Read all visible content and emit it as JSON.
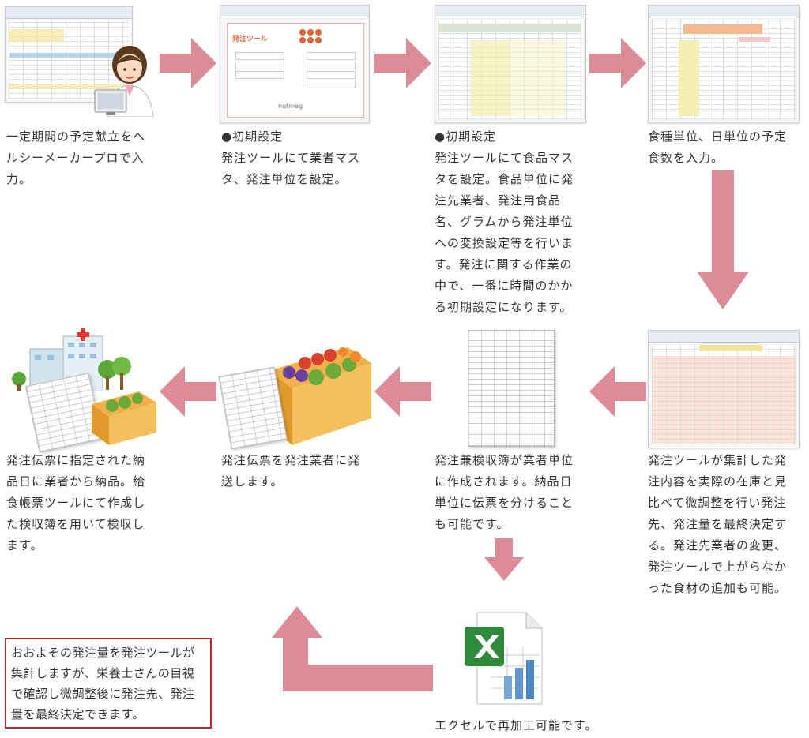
{
  "steps": {
    "s1": "一定期間の予定献立をヘ\nルシーメーカープロで入\n力。",
    "s2_title": "●初期設定",
    "s2": "発注ツールにて業者マス\nタ、発注単位を設定。",
    "s3_title": "●初期設定",
    "s3": "発注ツールにて食品マス\nタを設定。食品単位に発\n注先業者、発注用食品\n名、グラムから発注単位\nへの変換設定等を行いま\nす。発注に関する作業の\n中で、一番に時間のかか\nる初期設定になります。",
    "s4": "食種単位、日単位の予定\n食数を入力。",
    "s5": "発注ツールが集計した発\n注内容を実際の在庫と見\n比べて微調整を行い発注\n先、発注量を最終決定す\nる。発注先業者の変更、\n発注ツールで上がらなか\nった食材の追加も可能。",
    "s6": "発注兼検収簿が業者単位\nに作成されます。納品日\n単位に伝票を分けること\nも可能です。",
    "s7": "発注伝票を発注業者に発\n送します。",
    "s8": "発注伝票に指定された納\n品日に業者から納品。給\n食帳票ツールにて作成し\nた検収簿を用いて検収し\nます。",
    "excel": "エクセルで再加工可能です。",
    "note": "おおよその発注量を発注ツールが\n集計しますが、栄養士さんの目視\nで確認し微調整後に発注先、発注\n量を最終決定できます。"
  },
  "thumb_text": {
    "tool_title": "発注ツール",
    "tool_logo": "nutmeg"
  },
  "colors": {
    "arrow": "#dc8b97",
    "note_border": "#b52a2a",
    "excel_green": "#2e8b3c"
  },
  "icons": [
    "right-arrow-icon",
    "down-arrow-icon",
    "left-arrow-icon",
    "return-arrow-icon",
    "excel-file-icon",
    "nutritionist-icon",
    "hospital-icon",
    "vegetable-box-icon"
  ]
}
